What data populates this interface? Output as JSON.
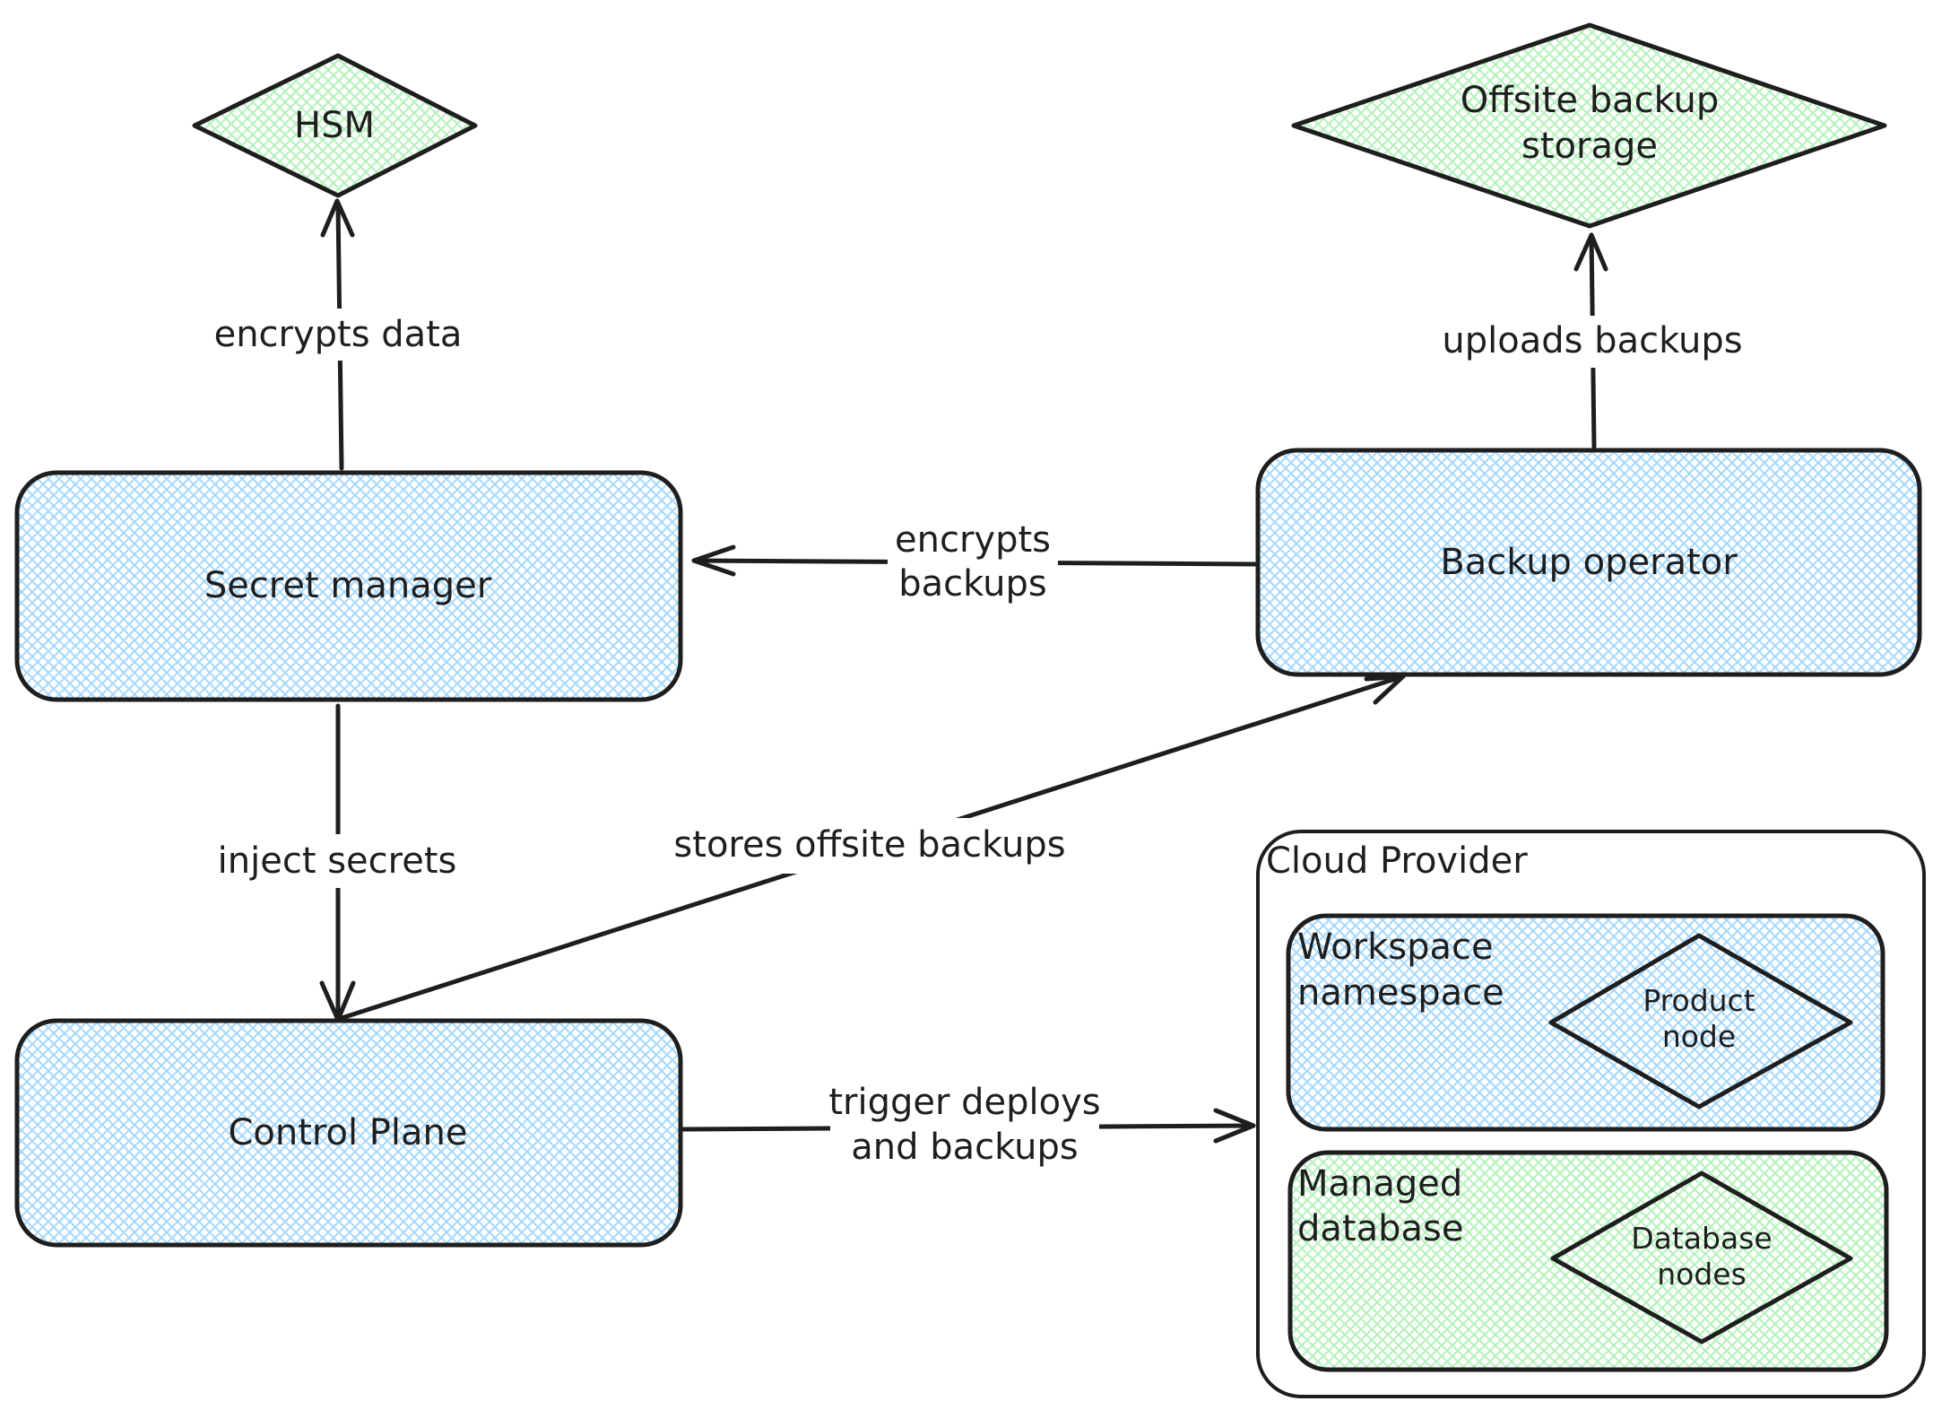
{
  "colors": {
    "ink": "#1e1e1e",
    "blue_fill": "#a5d8ff",
    "green_fill": "#b2f2bb",
    "background": "#ffffff"
  },
  "nodes": {
    "hsm": "HSM",
    "offsite_storage": [
      "Offsite backup",
      "storage"
    ],
    "secret_manager": "Secret manager",
    "backup_operator": "Backup operator",
    "control_plane": "Control Plane",
    "cloud_provider": "Cloud Provider",
    "workspace_namespace": [
      "Workspace",
      "namespace"
    ],
    "product_node": [
      "Product",
      "node"
    ],
    "managed_database": [
      "Managed",
      "database"
    ],
    "database_nodes": [
      "Database",
      "nodes"
    ]
  },
  "edges": {
    "encrypts_data": "encrypts data",
    "uploads_backups": "uploads backups",
    "encrypts_backups": [
      "encrypts",
      "backups"
    ],
    "inject_secrets": "inject secrets",
    "stores_offsite_backups": "stores offsite backups",
    "trigger_deploys": [
      "trigger deploys",
      "and backups"
    ]
  }
}
